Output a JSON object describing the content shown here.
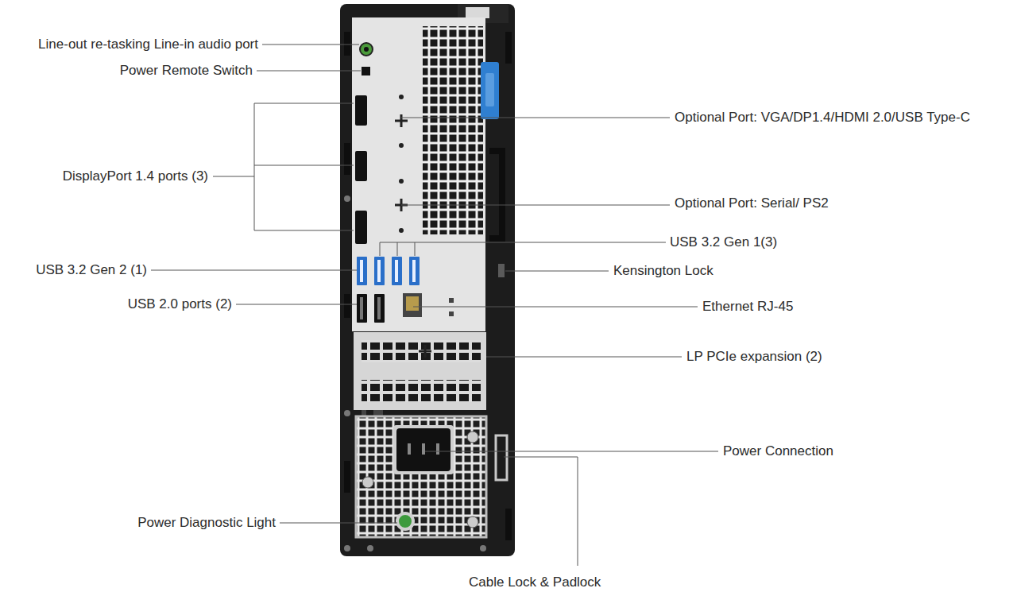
{
  "diagram": {
    "labels": [
      "Line-out re-tasking Line-in audio port",
      "Power Remote Switch",
      "Optional Port: VGA/DP1.4/HDMI 2.0/USB Type-C",
      "DisplayPort 1.4 ports (3)",
      "Optional Port: Serial/ PS2",
      "USB 3.2 Gen 1(3)",
      "USB 3.2 Gen 2 (1)",
      "Kensington Lock",
      "USB 2.0 ports (2)",
      "Ethernet RJ-45",
      "LP PCIe expansion (2)",
      "Power Connection",
      "Power Diagnostic Light",
      "Cable Lock & Padlock"
    ]
  }
}
